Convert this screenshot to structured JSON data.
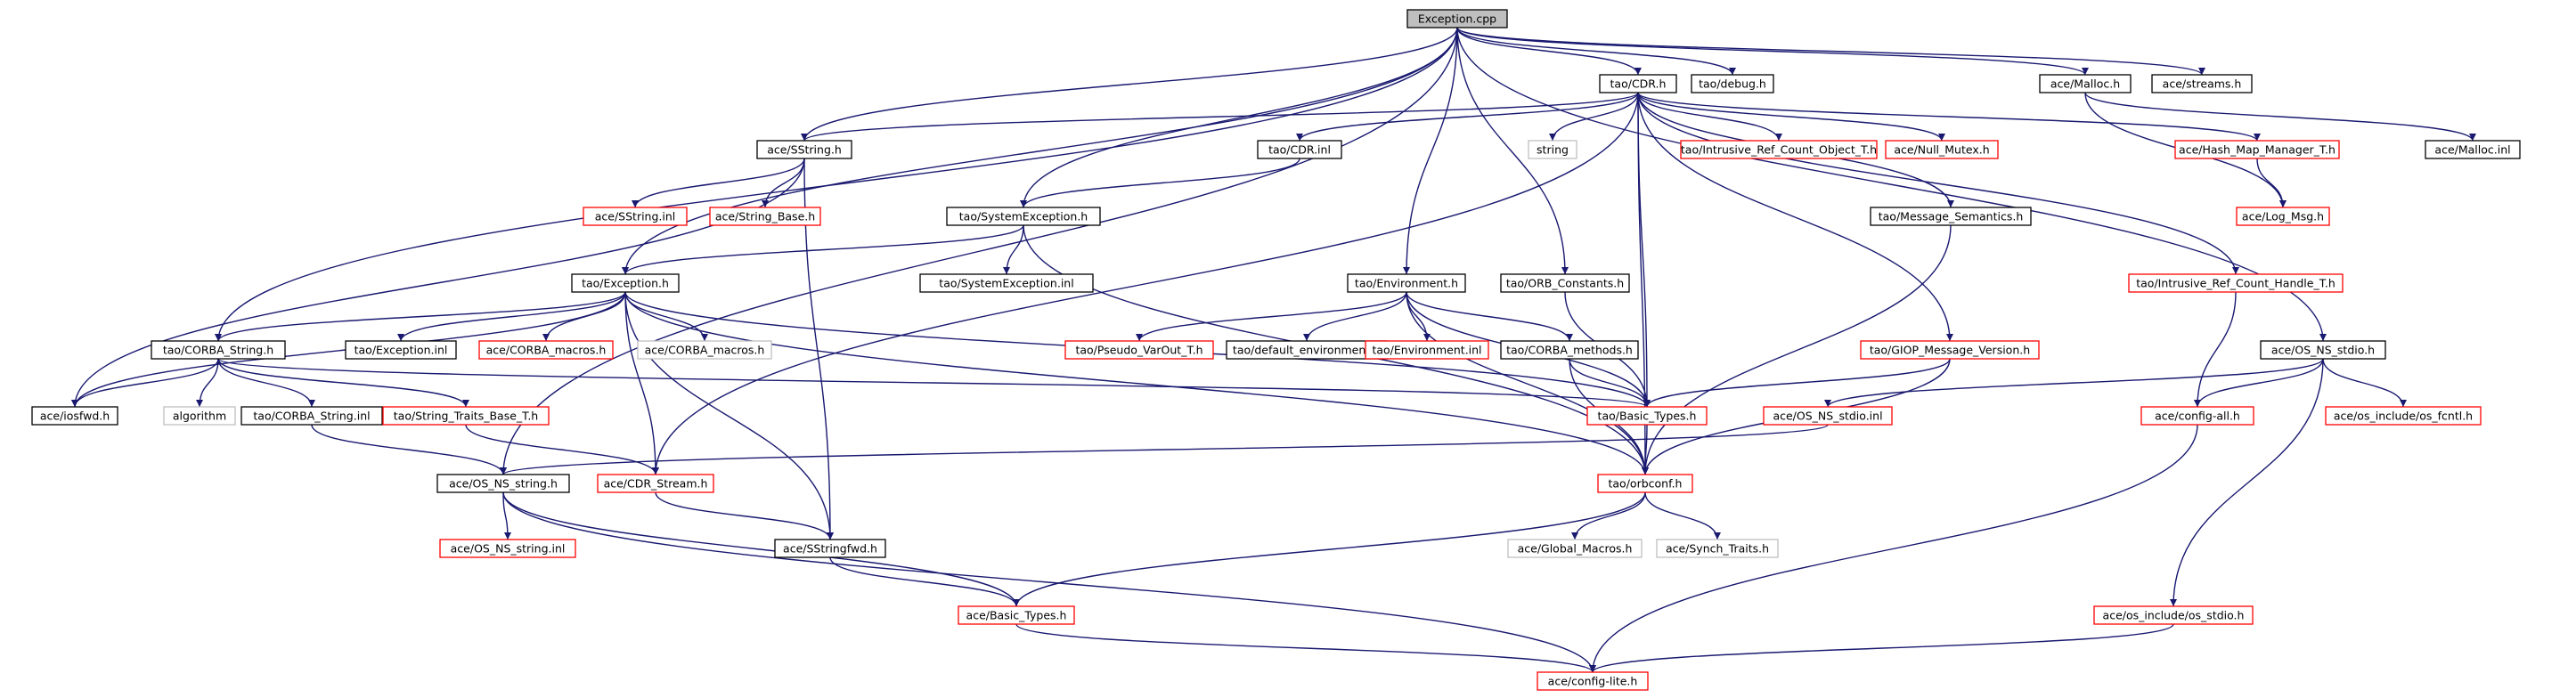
{
  "diagram": {
    "title": "",
    "colors": {
      "edge": "#191970",
      "root_fill": "#bfbfbf",
      "node_fill": "#ffffff",
      "node_border_documented": "#000000",
      "node_border_undocumented": "#ff0000",
      "node_border_external": "#bfbfbf",
      "text": "#000000"
    },
    "nodes": [
      {
        "id": "exc_cpp",
        "label": "Exception.cpp",
        "style": "root"
      },
      {
        "id": "tao_cdr_h",
        "label": "tao/CDR.h",
        "style": "doc"
      },
      {
        "id": "tao_debug_h",
        "label": "tao/debug.h",
        "style": "doc"
      },
      {
        "id": "ace_malloc_h",
        "label": "ace/Malloc.h",
        "style": "doc"
      },
      {
        "id": "ace_streams_h",
        "label": "ace/streams.h",
        "style": "doc"
      },
      {
        "id": "ace_sstring_h",
        "label": "ace/SString.h",
        "style": "doc"
      },
      {
        "id": "tao_cdr_inl",
        "label": "tao/CDR.inl",
        "style": "doc"
      },
      {
        "id": "string",
        "label": "string",
        "style": "ext"
      },
      {
        "id": "tao_irco",
        "label": "tao/Intrusive_Ref_Count_Object_T.h",
        "style": "red"
      },
      {
        "id": "ace_null_mutex",
        "label": "ace/Null_Mutex.h",
        "style": "red"
      },
      {
        "id": "ace_hash_map",
        "label": "ace/Hash_Map_Manager_T.h",
        "style": "red"
      },
      {
        "id": "ace_malloc_inl",
        "label": "ace/Malloc.inl",
        "style": "doc"
      },
      {
        "id": "ace_sstring_inl",
        "label": "ace/SString.inl",
        "style": "red"
      },
      {
        "id": "ace_string_base",
        "label": "ace/String_Base.h",
        "style": "red"
      },
      {
        "id": "tao_sysexc_h",
        "label": "tao/SystemException.h",
        "style": "doc"
      },
      {
        "id": "tao_msg_sem",
        "label": "tao/Message_Semantics.h",
        "style": "doc"
      },
      {
        "id": "ace_log_msg",
        "label": "ace/Log_Msg.h",
        "style": "red"
      },
      {
        "id": "tao_exception_h",
        "label": "tao/Exception.h",
        "style": "doc"
      },
      {
        "id": "tao_sysexc_inl",
        "label": "tao/SystemException.inl",
        "style": "doc"
      },
      {
        "id": "tao_env_h",
        "label": "tao/Environment.h",
        "style": "doc"
      },
      {
        "id": "tao_orb_const",
        "label": "tao/ORB_Constants.h",
        "style": "doc"
      },
      {
        "id": "tao_irch",
        "label": "tao/Intrusive_Ref_Count_Handle_T.h",
        "style": "red"
      },
      {
        "id": "tao_corba_string_h",
        "label": "tao/CORBA_String.h",
        "style": "doc"
      },
      {
        "id": "tao_exception_inl",
        "label": "tao/Exception.inl",
        "style": "doc"
      },
      {
        "id": "ace_corba_macros_r",
        "label": "ace/CORBA_macros.h",
        "style": "red"
      },
      {
        "id": "ace_corba_macros_g",
        "label": "ace/CORBA_macros.h",
        "style": "ext"
      },
      {
        "id": "tao_pseudo_varout",
        "label": "tao/Pseudo_VarOut_T.h",
        "style": "red"
      },
      {
        "id": "tao_default_env",
        "label": "tao/default_environment.h",
        "style": "doc"
      },
      {
        "id": "tao_env_inl",
        "label": "tao/Environment.inl",
        "style": "red"
      },
      {
        "id": "tao_corba_methods",
        "label": "tao/CORBA_methods.h",
        "style": "doc"
      },
      {
        "id": "tao_giop_ver",
        "label": "tao/GIOP_Message_Version.h",
        "style": "red"
      },
      {
        "id": "ace_os_ns_stdio_h",
        "label": "ace/OS_NS_stdio.h",
        "style": "doc"
      },
      {
        "id": "ace_iosfwd",
        "label": "ace/iosfwd.h",
        "style": "doc"
      },
      {
        "id": "algorithm",
        "label": "algorithm",
        "style": "ext"
      },
      {
        "id": "tao_corba_string_inl",
        "label": "tao/CORBA_String.inl",
        "style": "doc"
      },
      {
        "id": "tao_string_traits",
        "label": "tao/String_Traits_Base_T.h",
        "style": "red"
      },
      {
        "id": "tao_basic_types",
        "label": "tao/Basic_Types.h",
        "style": "red"
      },
      {
        "id": "ace_os_ns_stdio_inl",
        "label": "ace/OS_NS_stdio.inl",
        "style": "red"
      },
      {
        "id": "ace_config_all",
        "label": "ace/config-all.h",
        "style": "red"
      },
      {
        "id": "ace_os_fcntl",
        "label": "ace/os_include/os_fcntl.h",
        "style": "red"
      },
      {
        "id": "ace_os_ns_string_h",
        "label": "ace/OS_NS_string.h",
        "style": "doc"
      },
      {
        "id": "ace_cdr_stream",
        "label": "ace/CDR_Stream.h",
        "style": "red"
      },
      {
        "id": "tao_orbconf",
        "label": "tao/orbconf.h",
        "style": "red"
      },
      {
        "id": "ace_os_ns_string_inl",
        "label": "ace/OS_NS_string.inl",
        "style": "red"
      },
      {
        "id": "ace_sstringfwd",
        "label": "ace/SStringfwd.h",
        "style": "doc"
      },
      {
        "id": "ace_global_macros",
        "label": "ace/Global_Macros.h",
        "style": "ext"
      },
      {
        "id": "ace_synch_traits",
        "label": "ace/Synch_Traits.h",
        "style": "ext"
      },
      {
        "id": "ace_basic_types",
        "label": "ace/Basic_Types.h",
        "style": "red"
      },
      {
        "id": "ace_os_stdio",
        "label": "ace/os_include/os_stdio.h",
        "style": "red"
      },
      {
        "id": "ace_config_lite",
        "label": "ace/config-lite.h",
        "style": "red"
      }
    ],
    "edges": [
      [
        "exc_cpp",
        "tao_cdr_h"
      ],
      [
        "exc_cpp",
        "tao_debug_h"
      ],
      [
        "exc_cpp",
        "ace_malloc_h"
      ],
      [
        "exc_cpp",
        "ace_streams_h"
      ],
      [
        "exc_cpp",
        "ace_sstring_h"
      ],
      [
        "exc_cpp",
        "tao_sysexc_h"
      ],
      [
        "exc_cpp",
        "tao_exception_h"
      ],
      [
        "exc_cpp",
        "tao_env_h"
      ],
      [
        "exc_cpp",
        "tao_orb_const"
      ],
      [
        "exc_cpp",
        "tao_corba_string_h"
      ],
      [
        "exc_cpp",
        "ace_os_ns_stdio_h"
      ],
      [
        "exc_cpp",
        "ace_os_ns_string_h"
      ],
      [
        "tao_cdr_h",
        "ace_sstring_h"
      ],
      [
        "tao_cdr_h",
        "tao_cdr_inl"
      ],
      [
        "tao_cdr_h",
        "string"
      ],
      [
        "tao_cdr_h",
        "tao_irco"
      ],
      [
        "tao_cdr_h",
        "ace_null_mutex"
      ],
      [
        "tao_cdr_h",
        "ace_hash_map"
      ],
      [
        "tao_cdr_h",
        "tao_msg_sem"
      ],
      [
        "tao_cdr_h",
        "tao_irch"
      ],
      [
        "tao_cdr_h",
        "tao_giop_ver"
      ],
      [
        "tao_cdr_h",
        "tao_basic_types"
      ],
      [
        "tao_cdr_h",
        "tao_orbconf"
      ],
      [
        "tao_cdr_h",
        "ace_cdr_stream"
      ],
      [
        "ace_malloc_h",
        "ace_malloc_inl"
      ],
      [
        "ace_malloc_h",
        "ace_log_msg"
      ],
      [
        "ace_sstring_h",
        "ace_sstring_inl"
      ],
      [
        "ace_sstring_h",
        "ace_string_base"
      ],
      [
        "ace_sstring_h",
        "ace_iosfwd"
      ],
      [
        "ace_sstring_h",
        "ace_sstringfwd"
      ],
      [
        "tao_cdr_inl",
        "tao_sysexc_h"
      ],
      [
        "tao_sysexc_h",
        "tao_exception_h"
      ],
      [
        "tao_sysexc_h",
        "tao_sysexc_inl"
      ],
      [
        "tao_sysexc_h",
        "tao_orbconf"
      ],
      [
        "ace_hash_map",
        "ace_log_msg"
      ],
      [
        "tao_msg_sem",
        "tao_orbconf"
      ],
      [
        "tao_exception_h",
        "tao_corba_string_h"
      ],
      [
        "tao_exception_h",
        "tao_exception_inl"
      ],
      [
        "tao_exception_h",
        "ace_corba_macros_r"
      ],
      [
        "tao_exception_h",
        "ace_corba_macros_g"
      ],
      [
        "tao_exception_h",
        "ace_iosfwd"
      ],
      [
        "tao_exception_h",
        "tao_basic_types"
      ],
      [
        "tao_exception_h",
        "tao_orbconf"
      ],
      [
        "tao_exception_h",
        "ace_sstringfwd"
      ],
      [
        "tao_exception_h",
        "ace_cdr_stream"
      ],
      [
        "tao_env_h",
        "tao_pseudo_varout"
      ],
      [
        "tao_env_h",
        "tao_default_env"
      ],
      [
        "tao_env_h",
        "tao_env_inl"
      ],
      [
        "tao_env_h",
        "tao_corba_methods"
      ],
      [
        "tao_env_h",
        "tao_basic_types"
      ],
      [
        "tao_env_h",
        "tao_orbconf"
      ],
      [
        "tao_orb_const",
        "tao_basic_types"
      ],
      [
        "tao_irch",
        "ace_config_all"
      ],
      [
        "tao_corba_string_h",
        "ace_iosfwd"
      ],
      [
        "tao_corba_string_h",
        "algorithm"
      ],
      [
        "tao_corba_string_h",
        "tao_corba_string_inl"
      ],
      [
        "tao_corba_string_h",
        "tao_string_traits"
      ],
      [
        "tao_corba_string_h",
        "tao_basic_types"
      ],
      [
        "tao_corba_methods",
        "tao_basic_types"
      ],
      [
        "tao_corba_methods",
        "tao_orbconf"
      ],
      [
        "tao_giop_ver",
        "tao_basic_types"
      ],
      [
        "tao_giop_ver",
        "tao_orbconf"
      ],
      [
        "ace_os_ns_stdio_h",
        "ace_os_ns_stdio_inl"
      ],
      [
        "ace_os_ns_stdio_h",
        "ace_config_all"
      ],
      [
        "ace_os_ns_stdio_h",
        "ace_os_fcntl"
      ],
      [
        "ace_os_ns_stdio_h",
        "ace_os_stdio"
      ],
      [
        "tao_corba_string_inl",
        "ace_os_ns_string_h"
      ],
      [
        "tao_string_traits",
        "ace_cdr_stream"
      ],
      [
        "tao_basic_types",
        "tao_orbconf"
      ],
      [
        "ace_os_ns_stdio_inl",
        "ace_os_ns_string_h"
      ],
      [
        "ace_config_all",
        "ace_config_lite"
      ],
      [
        "ace_os_ns_string_h",
        "ace_os_ns_string_inl"
      ],
      [
        "ace_os_ns_string_h",
        "ace_basic_types"
      ],
      [
        "ace_os_ns_string_h",
        "ace_config_lite"
      ],
      [
        "ace_cdr_stream",
        "ace_sstringfwd"
      ],
      [
        "tao_orbconf",
        "ace_global_macros"
      ],
      [
        "tao_orbconf",
        "ace_synch_traits"
      ],
      [
        "tao_orbconf",
        "ace_basic_types"
      ],
      [
        "ace_sstringfwd",
        "ace_basic_types"
      ],
      [
        "ace_basic_types",
        "ace_config_lite"
      ],
      [
        "ace_os_stdio",
        "ace_config_lite"
      ]
    ]
  }
}
